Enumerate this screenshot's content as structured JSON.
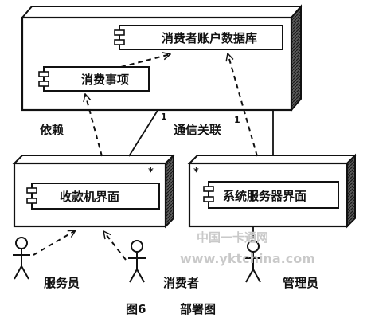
{
  "nodes": {
    "top_node": {
      "db_label": "消费者账户数据库",
      "event_label": "消费事项"
    },
    "cash_node": {
      "label": "收款机界面",
      "star": "*"
    },
    "server_node": {
      "label": "系统服务器界面",
      "star": "*"
    }
  },
  "relations": {
    "dependency_label": "依赖",
    "comm_label": "通信关联",
    "mult_left": "1",
    "mult_right": "1"
  },
  "actors": [
    {
      "label": "服务员"
    },
    {
      "label": "消费者"
    },
    {
      "label": "管理员"
    }
  ],
  "watermark": {
    "line1": "中国一卡通网",
    "line2": "www.yktchina.com"
  },
  "caption": {
    "number": "图6",
    "title": "部署图"
  },
  "colors": {
    "ink": "#111111",
    "node_side": "#3a3a3a",
    "watermark": "#c9c9c9"
  }
}
